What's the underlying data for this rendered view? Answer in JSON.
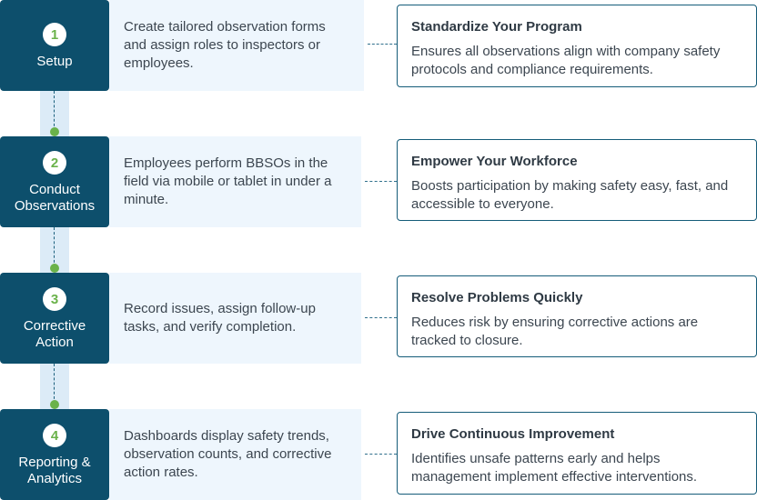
{
  "steps": [
    {
      "number": "1",
      "title": "Setup",
      "description": "Create tailored observation forms and assign roles to inspectors or employees.",
      "benefit_title": "Standardize Your Program",
      "benefit_text": "Ensures all observations align with company safety protocols and compliance requirements."
    },
    {
      "number": "2",
      "title": "Conduct Observations",
      "description": "Employees perform BBSOs in the field via mobile or tablet in under a minute.",
      "benefit_title": "Empower Your Workforce",
      "benefit_text": "Boosts participation by making safety easy, fast, and accessible to everyone."
    },
    {
      "number": "3",
      "title": "Corrective Action",
      "description": "Record issues, assign follow-up tasks, and verify completion.",
      "benefit_title": "Resolve Problems Quickly",
      "benefit_text": "Reduces risk by ensuring corrective actions are tracked to closure."
    },
    {
      "number": "4",
      "title": "Reporting & Analytics",
      "description": "Dashboards display safety trends, observation counts, and corrective action rates.",
      "benefit_title": "Drive Continuous Improvement",
      "benefit_text": "Identifies unsafe patterns early and helps management implement effective interventions."
    }
  ],
  "colors": {
    "step_box": "#0d4f6c",
    "accent_green": "#6ab24a",
    "description_bg": "#eef6fd",
    "connector_bg": "#dcebf7"
  }
}
